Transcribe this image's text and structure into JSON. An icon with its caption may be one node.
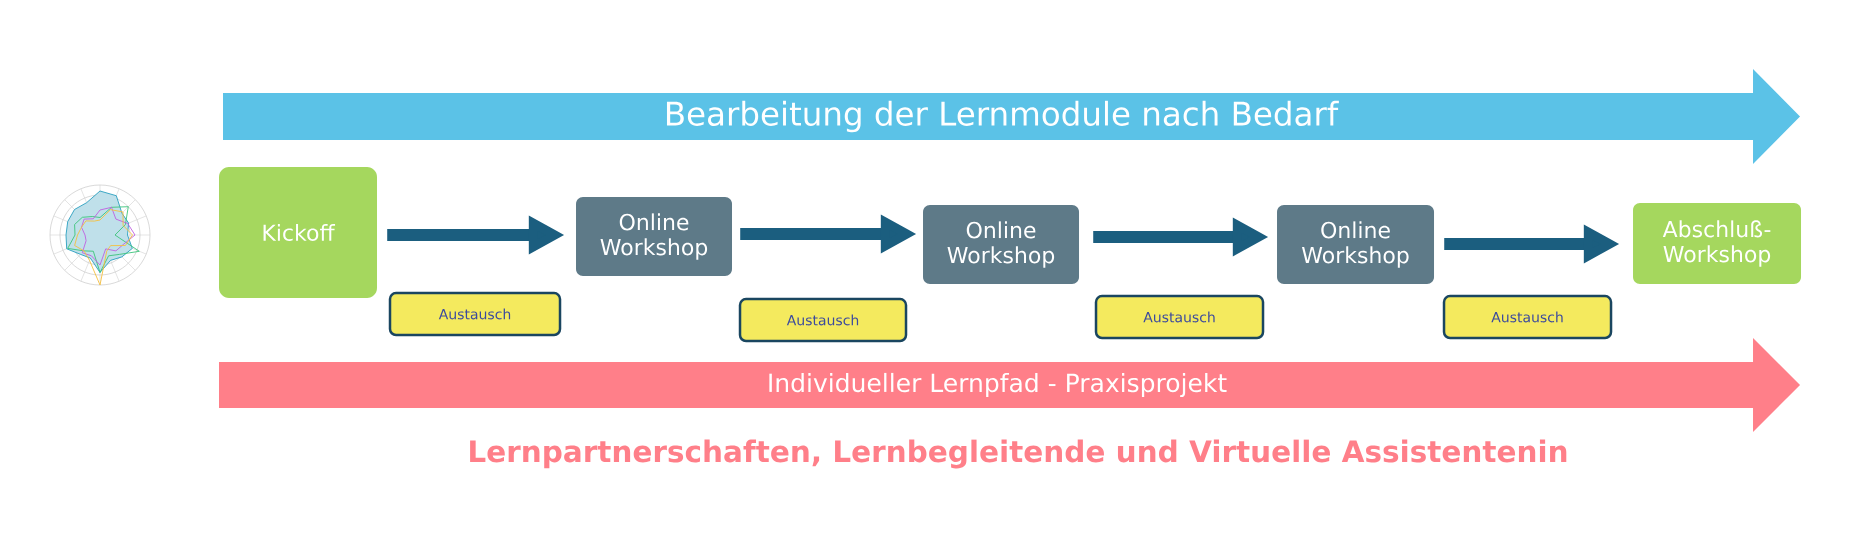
{
  "diagram": {
    "nodes": [
      {
        "text": [
          "Bearbeitung der Lernmodule nach Bedarf"
        ]
      },
      {
        "text": [
          "Kickoff"
        ]
      },
      {
        "text": [
          "Online Workshop"
        ]
      },
      {
        "text": [
          "Online Workshop"
        ]
      },
      {
        "text": [
          "Online Workshop"
        ]
      },
      {
        "text": [
          "Abschluß-Workshop"
        ]
      },
      {
        "text": [
          "Austausch"
        ]
      },
      {
        "text": [
          "Austausch"
        ]
      },
      {
        "text": [
          "Austausch"
        ]
      },
      {
        "text": [
          "Austausch"
        ]
      },
      {
        "text": [
          "Individueller Lernpfad - Praxisprojekt"
        ]
      }
    ],
    "edges": [
      {
        "from": 1,
        "to": 2,
        "arrow": "to"
      },
      {
        "from": 2,
        "to": 3,
        "arrow": "to"
      },
      {
        "from": 3,
        "to": 4,
        "arrow": "to"
      },
      {
        "from": 4,
        "to": 5,
        "arrow": "to"
      }
    ],
    "labels": [
      "Lernpartnerschaften, Lernbegleitende und Virtuelle Assistentenin"
    ]
  }
}
